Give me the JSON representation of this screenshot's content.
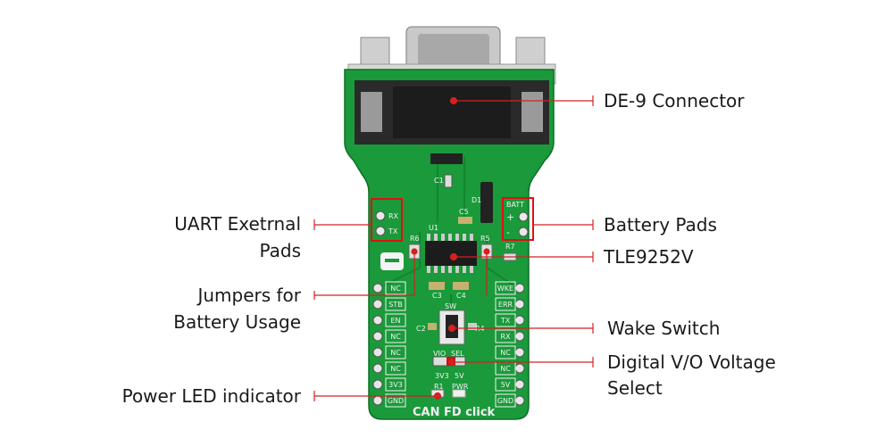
{
  "callouts": {
    "de9": "DE-9 Connector",
    "uart_line1": "UART Exetrnal",
    "uart_line2": "Pads",
    "battery_pads": "Battery Pads",
    "tle": "TLE9252V",
    "jumpers_line1": "Jumpers for",
    "jumpers_line2": "Battery Usage",
    "wake": "Wake Switch",
    "dvo_line1": "Digital V/O Voltage",
    "dvo_line2": "Select",
    "power_led": "Power LED indicator"
  },
  "board": {
    "name": "CAN FD click",
    "pins_left": [
      "NC",
      "STB",
      "EN",
      "NC",
      "NC",
      "NC",
      "3V3",
      "GND"
    ],
    "pins_right": [
      "WKE",
      "ERR",
      "TX",
      "RX",
      "NC",
      "NC",
      "5V",
      "GND"
    ],
    "uart_pads": [
      "RX",
      "TX"
    ],
    "batt_label": "BATT",
    "batt_pads": [
      "+",
      "-"
    ],
    "silk": {
      "u1": "U1",
      "r6": "R6",
      "r5": "R5",
      "r7": "R7",
      "d1": "D1",
      "c1": "C1",
      "c5": "C5",
      "c3": "C3",
      "c4": "C4",
      "c2": "C2",
      "r4": "R4",
      "sw": "SW",
      "vio": "VIO",
      "sel": "SEL",
      "v3v3": "3V3",
      "v5v": "5V",
      "r1": "R1",
      "pwr": "PWR"
    }
  },
  "colors": {
    "pcb": "#1a9a3a",
    "pcb_dark": "#127a2c",
    "connector": "#2a2a2a",
    "metal": "#b8b8b8",
    "callout": "#d42020",
    "highlight_box": "#e01010"
  }
}
